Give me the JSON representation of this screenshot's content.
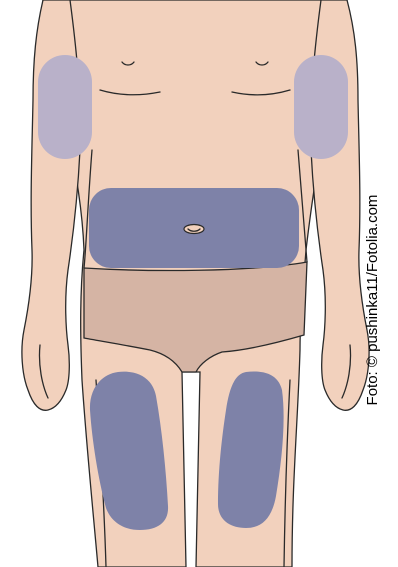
{
  "figure": {
    "credit": "Foto: © pushinka11/Fotolia.com",
    "colors": {
      "skin": "#f2d1bd",
      "underwear": "#d5b4a4",
      "outline": "#2a2a2a",
      "injection_zone": "#7e82a8",
      "injection_zone_arm": "#b9b1c9"
    },
    "zones": [
      "left-upper-arm",
      "right-upper-arm",
      "abdomen",
      "left-thigh",
      "right-thigh"
    ]
  }
}
